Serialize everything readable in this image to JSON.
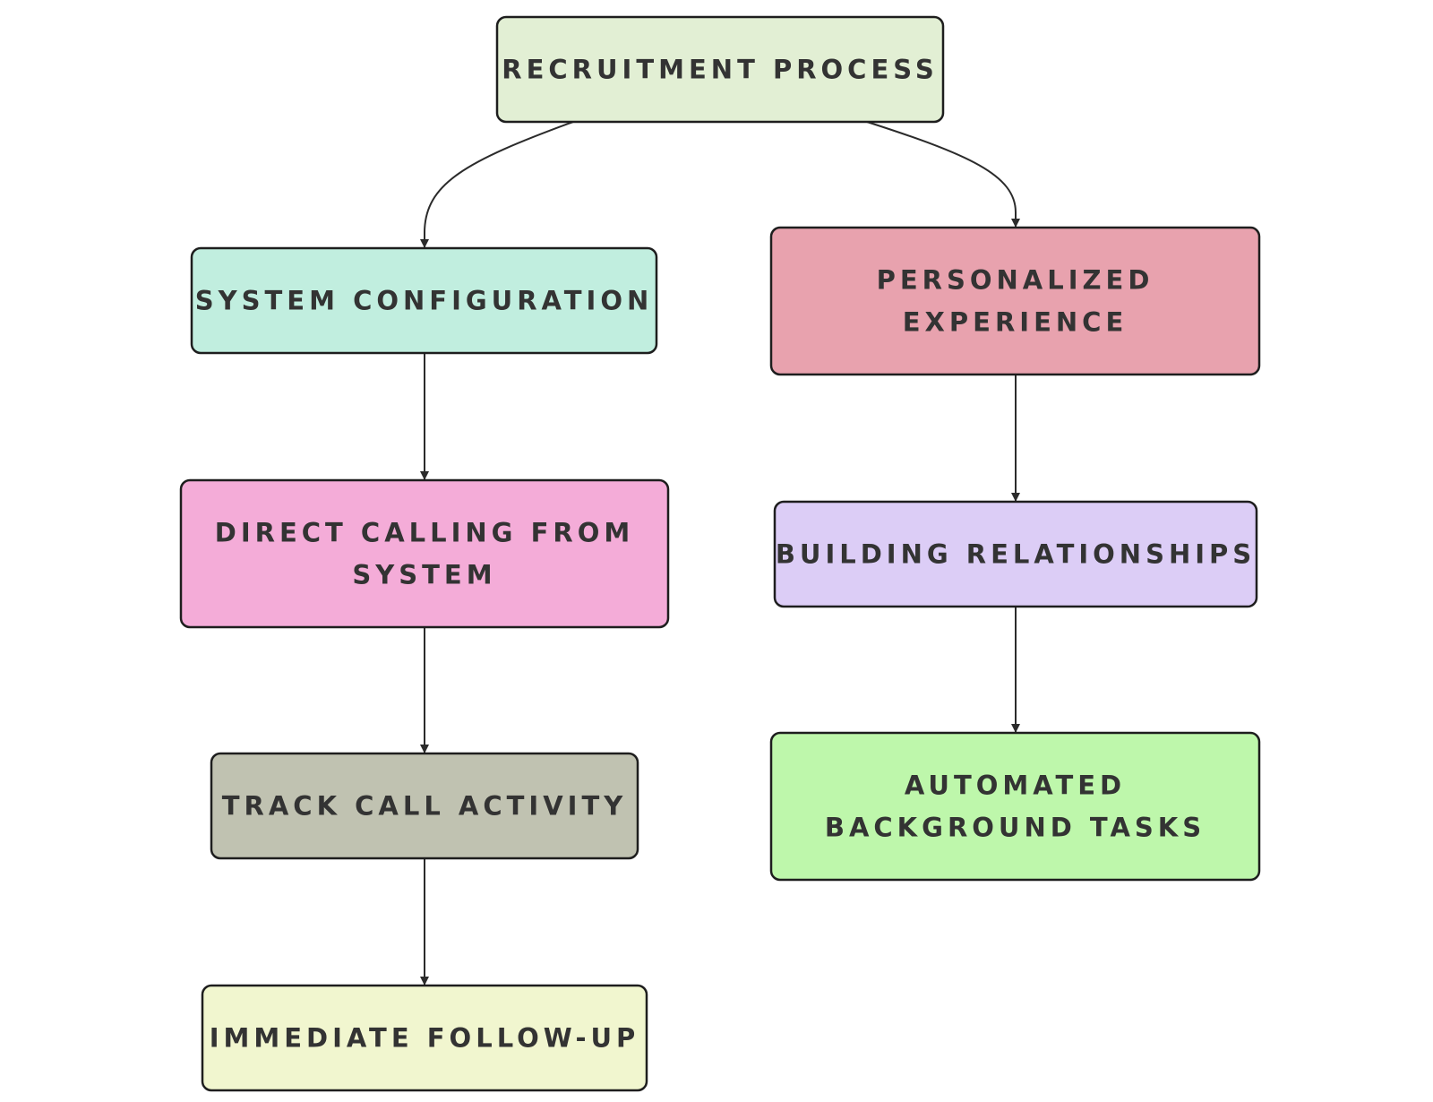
{
  "diagram": {
    "nodes": [
      {
        "id": "recruitment",
        "lines": [
          "RECRUITMENT PROCESS"
        ],
        "color": "#e2efd4"
      },
      {
        "id": "system-config",
        "lines": [
          "SYSTEM CONFIGURATION"
        ],
        "color": "#c1eedf"
      },
      {
        "id": "direct-calling",
        "lines": [
          "DIRECT CALLING FROM",
          "SYSTEM"
        ],
        "color": "#f4acd8"
      },
      {
        "id": "track-call",
        "lines": [
          "TRACK CALL ACTIVITY"
        ],
        "color": "#c0c2b1"
      },
      {
        "id": "follow-up",
        "lines": [
          "IMMEDIATE FOLLOW-UP"
        ],
        "color": "#f1f6cf"
      },
      {
        "id": "personalized",
        "lines": [
          "PERSONALIZED",
          "EXPERIENCE"
        ],
        "color": "#e8a2ae"
      },
      {
        "id": "relationships",
        "lines": [
          "BUILDING RELATIONSHIPS"
        ],
        "color": "#dccdf6"
      },
      {
        "id": "automated",
        "lines": [
          "AUTOMATED",
          "BACKGROUND TASKS"
        ],
        "color": "#bef7ab"
      }
    ],
    "edges": [
      {
        "from": "recruitment",
        "to": "system-config"
      },
      {
        "from": "recruitment",
        "to": "personalized"
      },
      {
        "from": "system-config",
        "to": "direct-calling"
      },
      {
        "from": "direct-calling",
        "to": "track-call"
      },
      {
        "from": "track-call",
        "to": "follow-up"
      },
      {
        "from": "personalized",
        "to": "relationships"
      },
      {
        "from": "relationships",
        "to": "automated"
      }
    ]
  }
}
